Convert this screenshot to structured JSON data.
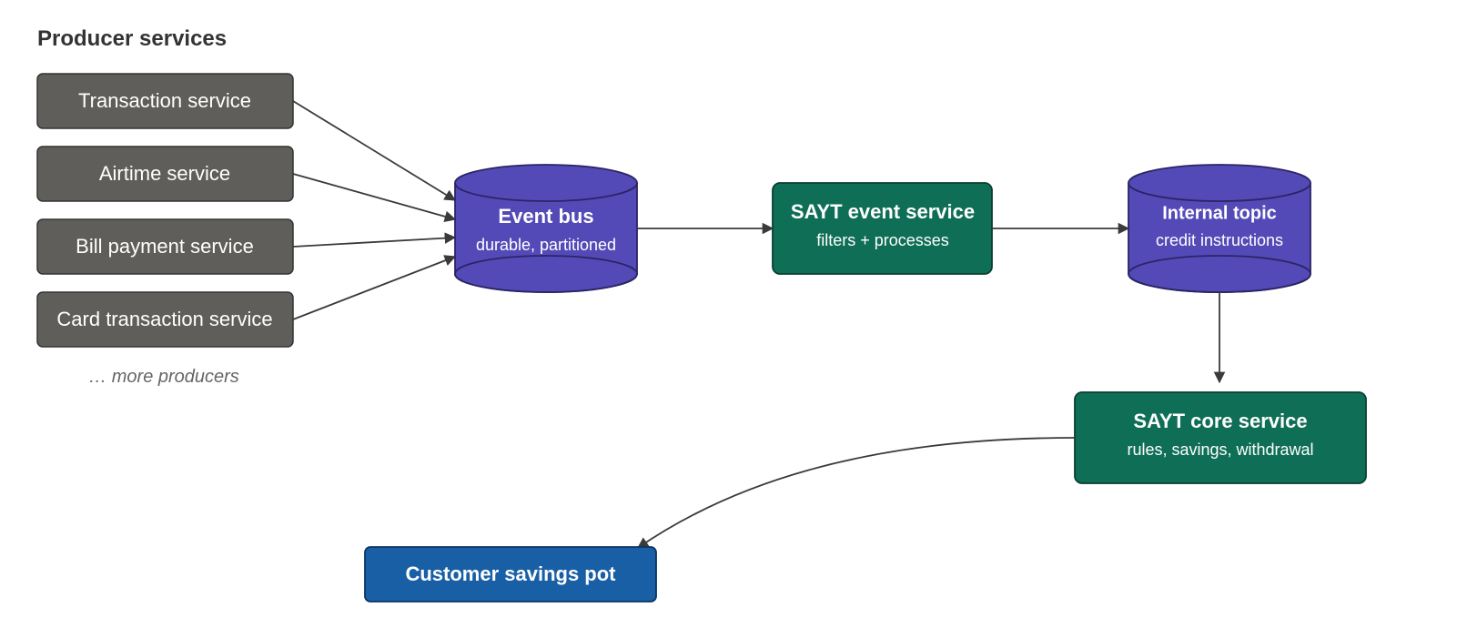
{
  "producers": {
    "title": "Producer services",
    "items": [
      "Transaction service",
      "Airtime service",
      "Bill payment service",
      "Card transaction service"
    ],
    "more_label": "… more producers"
  },
  "event_bus": {
    "title": "Event bus",
    "subtitle": "durable, partitioned"
  },
  "sayt_event_service": {
    "title": "SAYT event service",
    "subtitle": "filters + processes"
  },
  "internal_topic": {
    "title": "Internal topic",
    "subtitle": "credit instructions"
  },
  "sayt_core_service": {
    "title": "SAYT core service",
    "subtitle": "rules, savings, withdrawal"
  },
  "customer_savings_pot": {
    "title": "Customer savings pot"
  },
  "colors": {
    "producer_box": "#5f5e5a",
    "queue": "#534ab7",
    "service": "#0f6e56",
    "destination": "#185fa5",
    "edge": "#3a3a3a"
  },
  "icons": {
    "queue_shape": "cylinder-icon"
  }
}
